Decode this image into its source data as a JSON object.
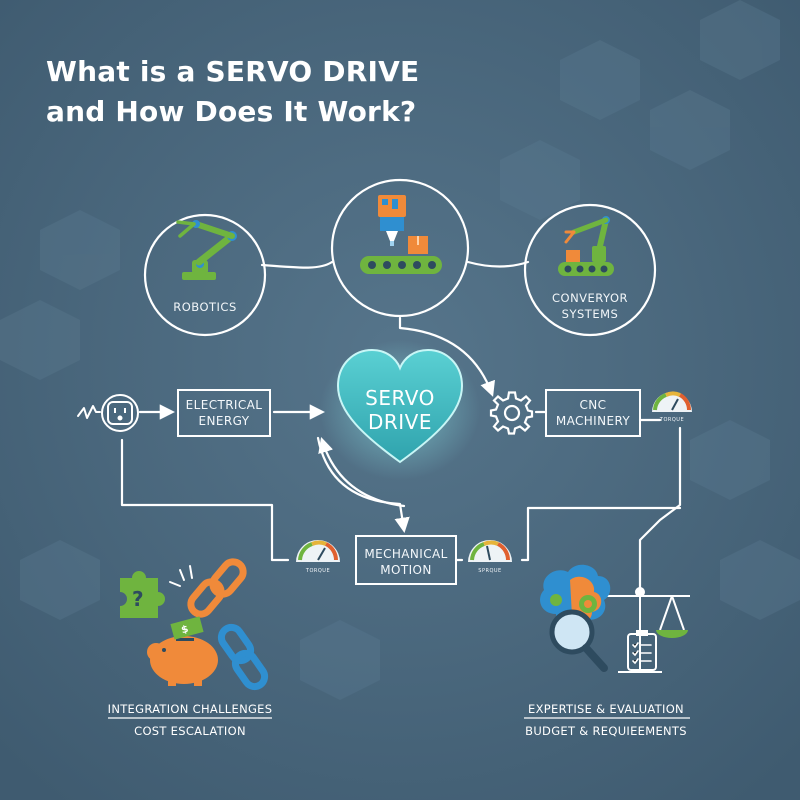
{
  "title": {
    "line1": "What is a SERVO DRIVE",
    "line2": "and How Does It Work?"
  },
  "nodes": {
    "robotics": {
      "label": "ROBOTICS"
    },
    "conveyor": {
      "line1": "CONVERYOR",
      "line2": "SYSTEMS"
    },
    "electrical": {
      "line1": "ELECTRICAL",
      "line2": "ENERGY"
    },
    "servo": {
      "line1": "SERVO",
      "line2": "DRIVE"
    },
    "cnc": {
      "line1": "CNC",
      "line2": "MACHINERY"
    },
    "mechanical": {
      "line1": "MECHANICAL",
      "line2": "MOTION"
    }
  },
  "gauges": {
    "cnc": "TORQUE",
    "left": "TORQUE",
    "right": "SPRQUE"
  },
  "bottom_left": {
    "line1": "INTEGRATION CHALLENGES",
    "line2": "COST ESCALATION"
  },
  "bottom_right": {
    "line1": "EXPERTISE & EVALUATION",
    "line2": "BUDGET & REQUIEEMENTS"
  },
  "colors": {
    "background": "#4d6a80",
    "line": "#ffffff",
    "heart": "#3fb6bc",
    "green": "#6fb43f",
    "orange": "#f08a3a",
    "blue": "#2f8fd0",
    "dark": "#2e4b5f"
  },
  "icons": [
    "plug-icon",
    "gear-icon",
    "robot-arm-icon",
    "cnc-icon",
    "gauge-icon",
    "puzzle-icon",
    "chain-link-icon",
    "piggy-bank-icon",
    "brain-gears-icon",
    "magnifier-icon",
    "scale-icon",
    "checklist-icon"
  ]
}
